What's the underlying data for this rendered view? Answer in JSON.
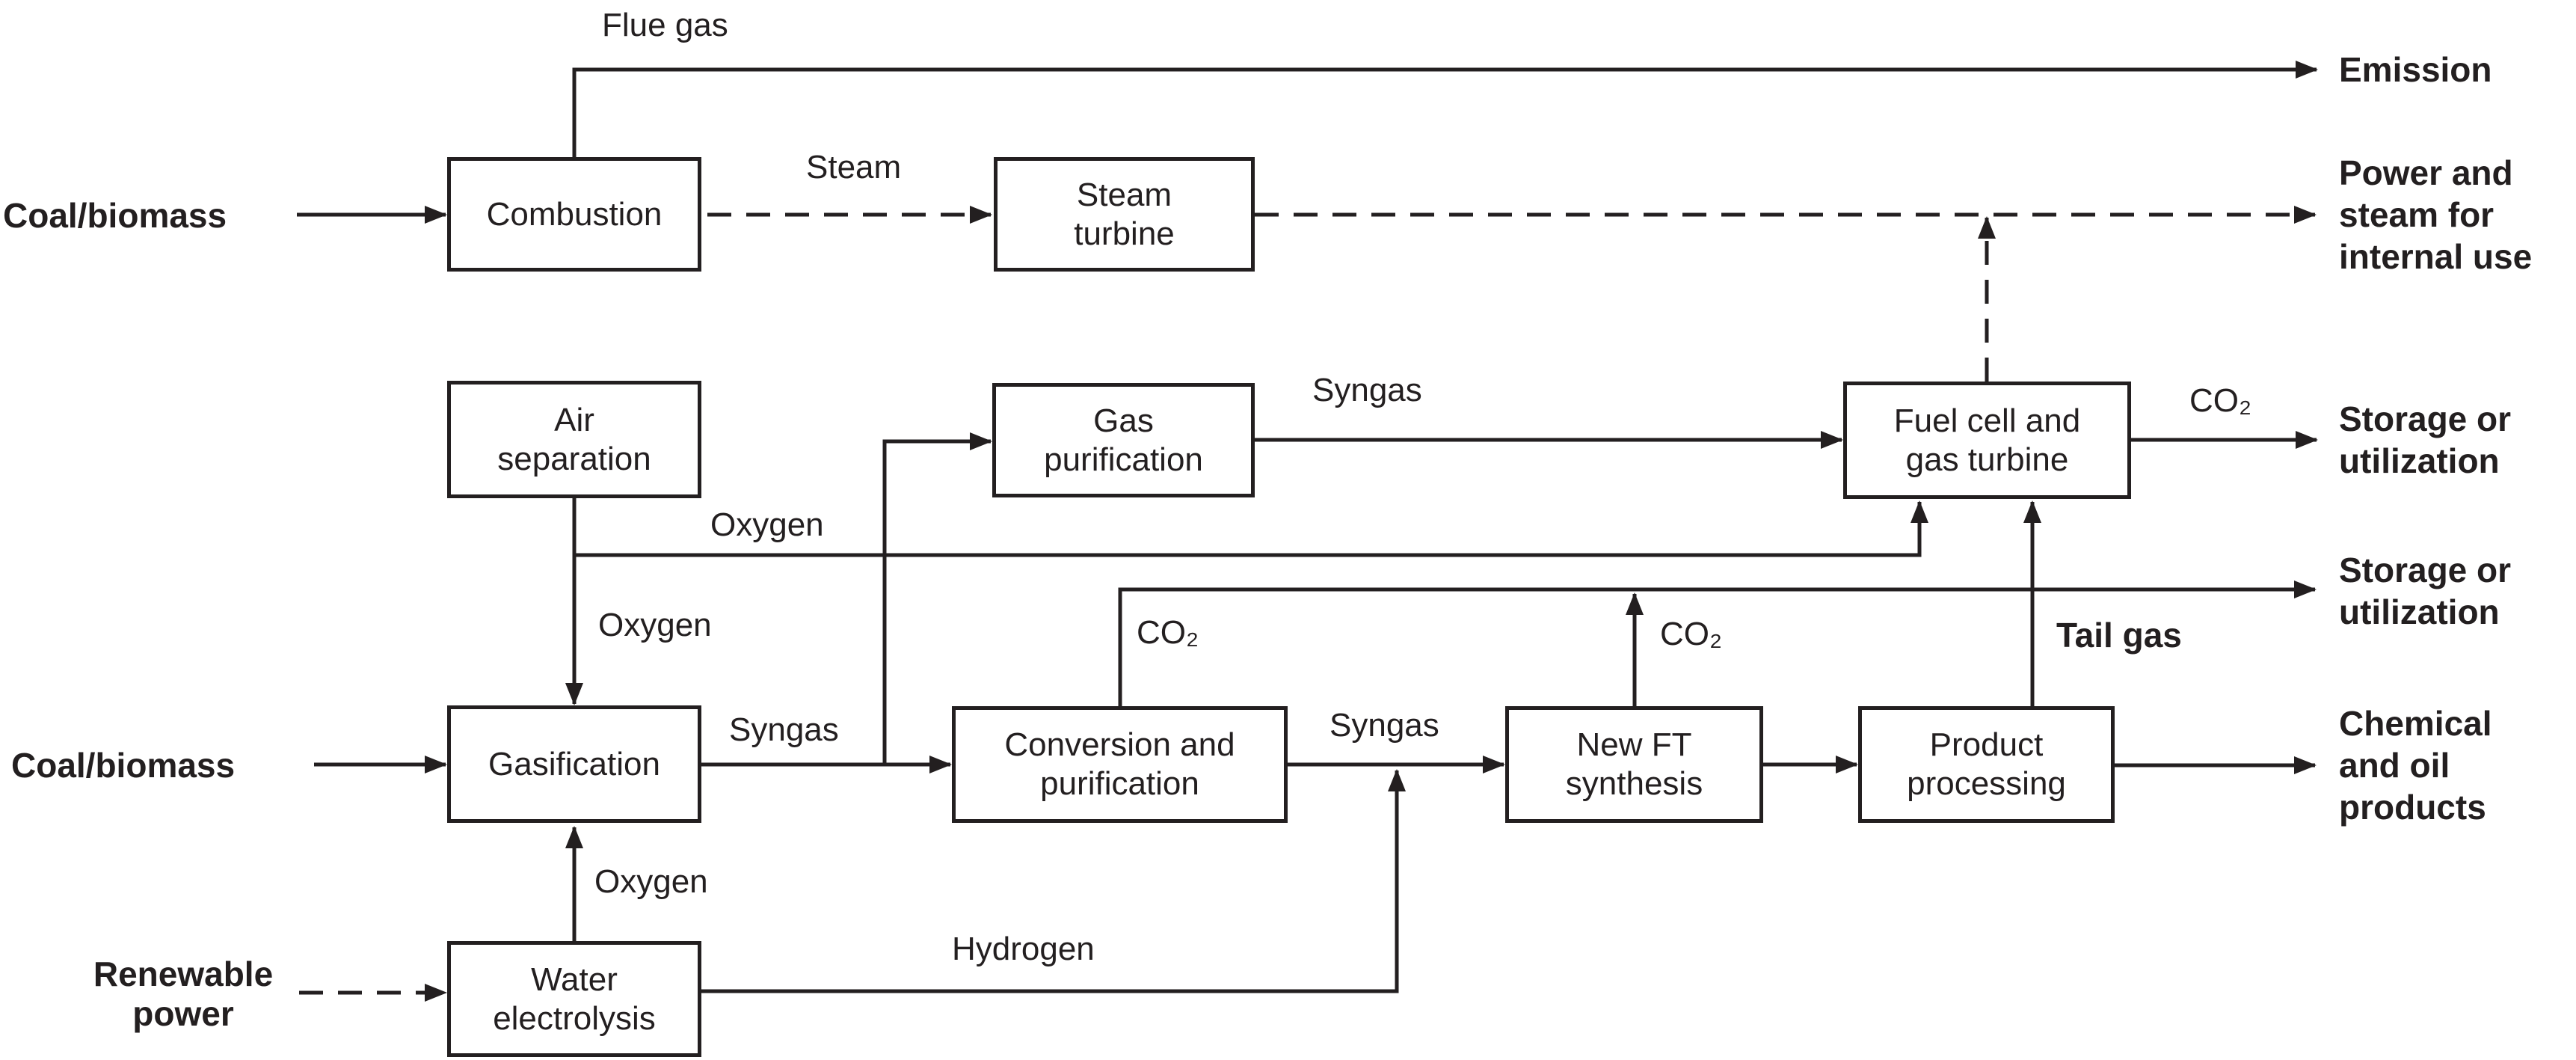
{
  "colors": {
    "ink": "#231f20",
    "background": "#ffffff"
  },
  "boxes": {
    "combustion": {
      "label": "Combustion"
    },
    "steam_turbine": {
      "label": "Steam\nturbine"
    },
    "air_separation": {
      "label": "Air\nseparation"
    },
    "gas_purification": {
      "label": "Gas\npurification"
    },
    "fuel_cell": {
      "label": "Fuel cell and\ngas turbine"
    },
    "gasification": {
      "label": "Gasification"
    },
    "conversion": {
      "label": "Conversion and\npurification"
    },
    "new_ft": {
      "label": "New FT\nsynthesis"
    },
    "product_processing": {
      "label": "Product\nprocessing"
    },
    "water_electrolysis": {
      "label": "Water\nelectrolysis"
    }
  },
  "inputs": {
    "coal_biomass_top": {
      "label": "Coal/biomass"
    },
    "coal_biomass_bottom": {
      "label": "Coal/biomass"
    },
    "renewable_power": {
      "label": "Renewable\npower"
    }
  },
  "outputs": {
    "emission": {
      "label": "Emission"
    },
    "power_steam": {
      "label": "Power and\nsteam for\ninternal use"
    },
    "storage_1": {
      "label": "Storage or\nutilization"
    },
    "storage_2": {
      "label": "Storage or\nutilization"
    },
    "chemical": {
      "label": "Chemical\nand oil\nproducts"
    }
  },
  "streams": {
    "flue_gas": {
      "label": "Flue gas"
    },
    "steam": {
      "label": "Steam"
    },
    "oxygen_branch": {
      "label": "Oxygen"
    },
    "oxygen_gasifier": {
      "label": "Oxygen"
    },
    "oxygen_electrolysis": {
      "label": "Oxygen"
    },
    "syngas_gasification": {
      "label": "Syngas"
    },
    "syngas_purified": {
      "label": "Syngas"
    },
    "syngas_conversion": {
      "label": "Syngas"
    },
    "co2_fuel_cell": {
      "label": "CO₂"
    },
    "co2_conversion": {
      "label": "CO₂"
    },
    "co2_new_ft": {
      "label": "CO₂"
    },
    "hydrogen": {
      "label": "Hydrogen"
    },
    "tail_gas": {
      "label": "Tail gas"
    }
  }
}
